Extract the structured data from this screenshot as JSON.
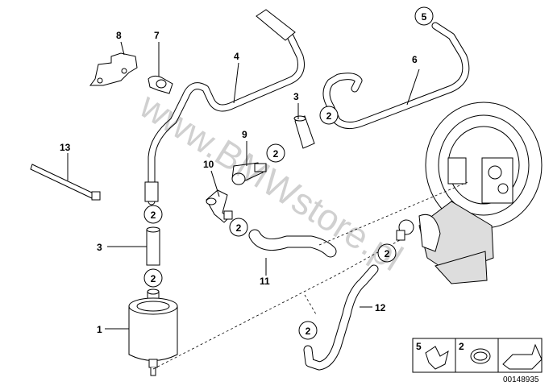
{
  "labels": {
    "p1": "1",
    "p2": "2",
    "p3a": "3",
    "p3b": "3",
    "p4": "4",
    "p5": "5",
    "p6": "6",
    "p7": "7",
    "p8": "8",
    "p9": "9",
    "p10": "10",
    "p11": "11",
    "p12": "12",
    "p13": "13"
  },
  "circled_refs": {
    "top_right": "5",
    "hose6_end": "2",
    "pipe3_top": "2",
    "fitting9": "2",
    "pipe4_bottom": "2",
    "pipe3_left_bottom": "2",
    "hose11_left": "2",
    "hose12_top": "2",
    "hose12_mid": "2"
  },
  "legend": {
    "item_a_num": "5",
    "item_b_num": "2"
  },
  "watermark": "www.BMWstore.pl",
  "part_number": "00148935"
}
